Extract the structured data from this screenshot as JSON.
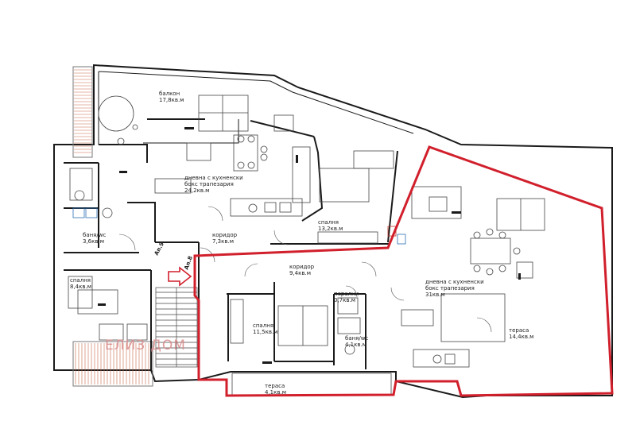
{
  "rooms": {
    "balcony": {
      "name": "балкон",
      "area": "17,8кв.м"
    },
    "living_a": {
      "line1": "дневна с кухненски",
      "line2": "бокс трапезария",
      "area": "24,2кв.м"
    },
    "corridor_a": {
      "name": "коридор",
      "area": "7,3кв.м"
    },
    "bedroom_a": {
      "name": "спалня",
      "area": "13,2кв.м"
    },
    "bath_a": {
      "name": "баня/wc",
      "area": "3,6кв.м"
    },
    "bedroom_b": {
      "name": "спалня",
      "area": "8,4кв.м"
    },
    "corridor_b": {
      "name": "коридор",
      "area": "9,4кв.м"
    },
    "bedroom_c": {
      "name": "спалня",
      "area": "11,5кв.м"
    },
    "laundry": {
      "name": "перални",
      "area": "0,7кв.м"
    },
    "bath_b": {
      "name": "баня/wc",
      "area": "4,1кв.м"
    },
    "terrace_a": {
      "name": "тераса",
      "area": "4,1кв.м"
    },
    "living_b": {
      "line1": "дневна с кухненски",
      "line2": "бокс трапезария",
      "area": "31кв.м"
    },
    "terrace_b": {
      "name": "тераса",
      "area": "14,4кв.м"
    }
  },
  "apartments": {
    "a9": "Ап.9",
    "a8": "Ап.8"
  },
  "watermark": "ЕЛИЗ ДОМ",
  "colors": {
    "highlight": "#d11f2c",
    "wall": "#1a1a1a",
    "line": "#555555"
  }
}
